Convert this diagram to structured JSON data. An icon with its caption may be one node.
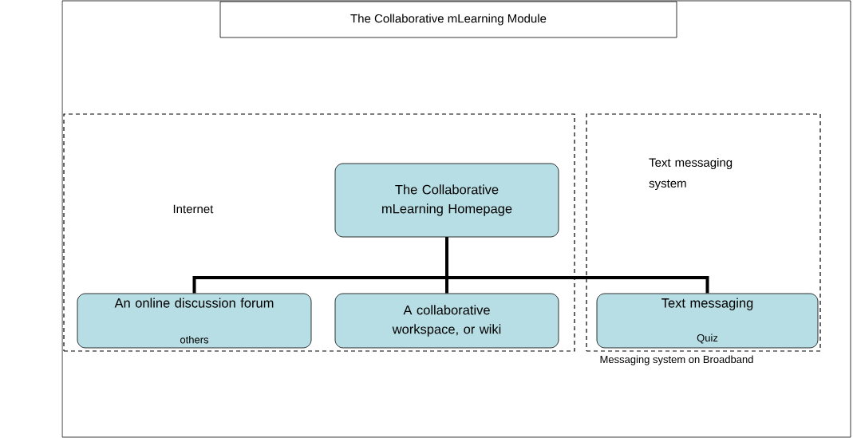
{
  "diagram": {
    "nodes": [
      {
        "text": [
          "The Collaborative mLearning Module"
        ]
      },
      {
        "text": [
          "Internet"
        ]
      },
      {
        "text": [
          "Text messaging system"
        ]
      },
      {
        "text": [
          "The Collaborative mLearning Homepage"
        ],
        "in": 1
      },
      {
        "text": [
          "An online discussion forum",
          "others"
        ],
        "in": 1
      },
      {
        "text": [
          "A collaborative workspace, or wiki"
        ],
        "in": 1
      },
      {
        "text": [
          "Text messaging",
          "Quiz"
        ],
        "beside": [
          "Messaging system on Broadband"
        ],
        "in": 2
      }
    ],
    "edges": [
      {
        "from": 3,
        "to": 4,
        "arrow": "none"
      },
      {
        "from": 3,
        "to": 5,
        "arrow": "none"
      },
      {
        "from": 3,
        "to": 6,
        "arrow": "none"
      }
    ]
  }
}
